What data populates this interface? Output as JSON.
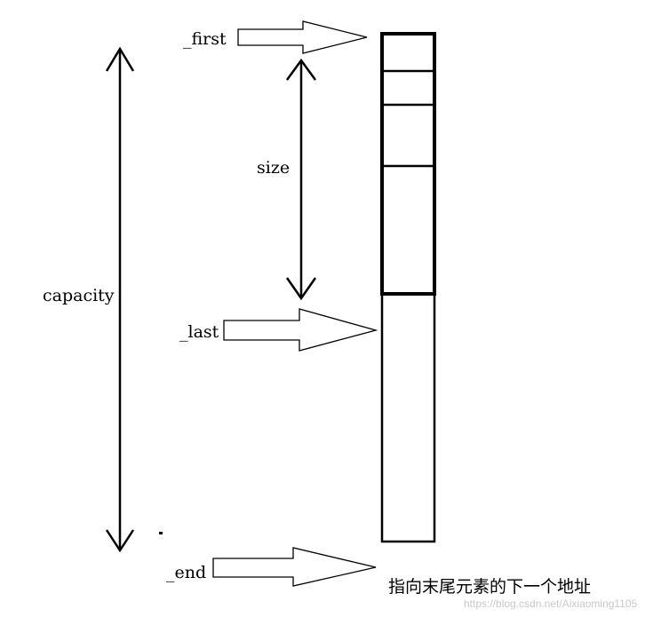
{
  "labels": {
    "first": "_first",
    "size": "size",
    "capacity": "capacity",
    "last": "_last",
    "end": "_end"
  },
  "note": "指向末尾元素的下一个地址",
  "watermark": "https://blog.csdn.net/Aixiaoming1105"
}
